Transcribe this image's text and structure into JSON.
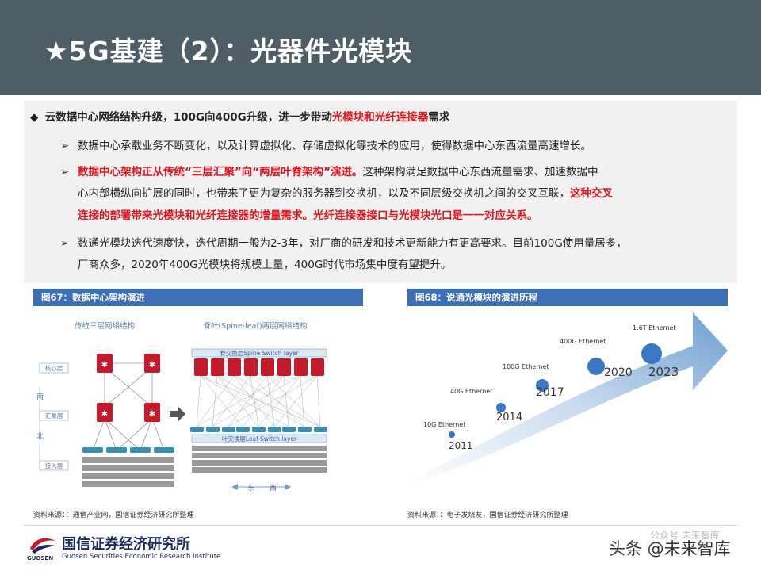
{
  "header": {
    "title": "★5G基建（2）：光器件光模块"
  },
  "content": {
    "bullet_main": {
      "marker": "◆",
      "prefix": "云数据中心网络结构升级，100G向400G升级，进一步带动",
      "highlight": "光模块和光纤连接器",
      "suffix": "需求"
    },
    "arrow": "➢",
    "p1": "数据中心承载业务不断变化，以及计算虚拟化、存储虚拟化等技术的应用，使得数据中心东西流量高速增长。",
    "p2_line1_red": "数据中心架构正从传统“三层汇聚”向“两层叶脊架构”演进。",
    "p2_line1_rest": "这种架构满足数据中心东西流量需求、加速数据中",
    "p2_line2_plain": "心内部横纵向扩展的同时，也带来了更为复杂的服务器到交换机，以及不同层级交换机之间的交叉互联，",
    "p2_line2_red": "这种交叉",
    "p2_line3_red": "连接的部署带来光模块和光纤连接器的增量需求。光纤连接器接口与光模块光口是一一对应关系。",
    "p3_line1": "数通光模块迭代速度快，迭代周期一般为2-3年，对厂商的研发和技术更新能力有更高要求。目前100G使用量居多，",
    "p3_line2": "厂商众多，2020年400G光模块将规模上量，400G时代市场集中度有望提升。"
  },
  "fig67": {
    "caption": "图67：数据中心架构演进",
    "left_title": "传统三层网络结构",
    "right_title": "脊叶(Spine-leaf)两层网络结构",
    "layer_core": "核心层",
    "layer_agg": "汇聚层",
    "layer_access": "接入层",
    "vertical_1": "南",
    "vertical_2": "北",
    "spine_label": "脊交换层Spine Switch layer",
    "leaf_label": "叶交换层Leaf Switch layer",
    "east": "东",
    "west": "西",
    "source": "资料来源：：通信产业网，国信证券经济研究所整理"
  },
  "fig68": {
    "caption": "图68：说通光模块的演进历程",
    "milestones": [
      {
        "label": "10G Ethernet",
        "year": "2011"
      },
      {
        "label": "40G Ethernet",
        "year": "2014"
      },
      {
        "label": "100G Ethernet",
        "year": "2017"
      },
      {
        "label": "400G Ethernet",
        "year": "2020"
      },
      {
        "label": "1.6T Ethernet",
        "year": "2023"
      }
    ],
    "source": "资料来源：：电子发烧友，国信证券经济研究所整理"
  },
  "footer": {
    "logo_cn": "国信证券经济研究所",
    "logo_en": "Guosen Securities Economic Research Institute",
    "logo_short": "GUOSEN",
    "watermark": "头条 @未来智库",
    "watermark_under": "公众号 未来智库"
  },
  "colors": {
    "header_bg": "#4f5e66",
    "accent_red": "#e0141c",
    "caption_blue": "#3c6fb4"
  }
}
